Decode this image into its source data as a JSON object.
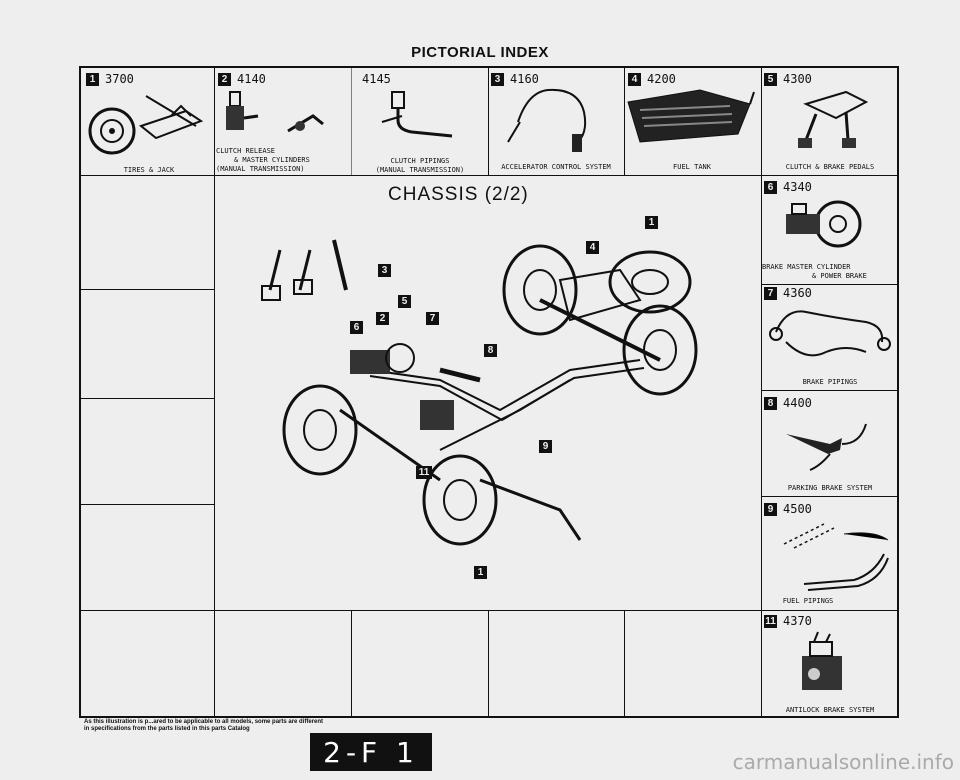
{
  "title": "PICTORIAL INDEX",
  "section_title": "CHASSIS (2/2)",
  "cells": [
    {
      "badge": "1",
      "code": "3700",
      "caption": [
        "TIRES & JACK"
      ]
    },
    {
      "badge": "2",
      "code": "4140",
      "caption": [
        "CLUTCH RELEASE",
        "& MASTER CYLINDERS",
        "(MANUAL TRANSMISSION)"
      ]
    },
    {
      "badge": "",
      "code": "4145",
      "caption": [
        "CLUTCH PIPINGS",
        "(MANUAL TRANSMISSION)"
      ]
    },
    {
      "badge": "3",
      "code": "4160",
      "caption": [
        "ACCELERATOR CONTROL SYSTEM"
      ]
    },
    {
      "badge": "4",
      "code": "4200",
      "caption": [
        "FUEL TANK"
      ]
    },
    {
      "badge": "5",
      "code": "4300",
      "caption": [
        "CLUTCH & BRAKE PEDALS"
      ]
    },
    {
      "badge": "6",
      "code": "4340",
      "caption": [
        "BRAKE MASTER CYLINDER",
        "& POWER BRAKE"
      ]
    },
    {
      "badge": "7",
      "code": "4360",
      "caption": [
        "BRAKE PIPINGS"
      ]
    },
    {
      "badge": "8",
      "code": "4400",
      "caption": [
        "PARKING BRAKE SYSTEM"
      ]
    },
    {
      "badge": "9",
      "code": "4500",
      "caption": [
        "FUEL PIPINGS"
      ]
    },
    {
      "badge": "11",
      "code": "4370",
      "caption": [
        "ANTILOCK BRAKE SYSTEM"
      ]
    }
  ],
  "callouts": [
    "1",
    "4",
    "3",
    "5",
    "2",
    "7",
    "6",
    "8",
    "9",
    "11",
    "1"
  ],
  "footnote": [
    "As this illustration is p...ared to be applicable to all models, some parts are different",
    "in specifications from the parts listed in this parts Catalog"
  ],
  "page_number": "2-F 1",
  "watermark": "carmanualsonline.info"
}
